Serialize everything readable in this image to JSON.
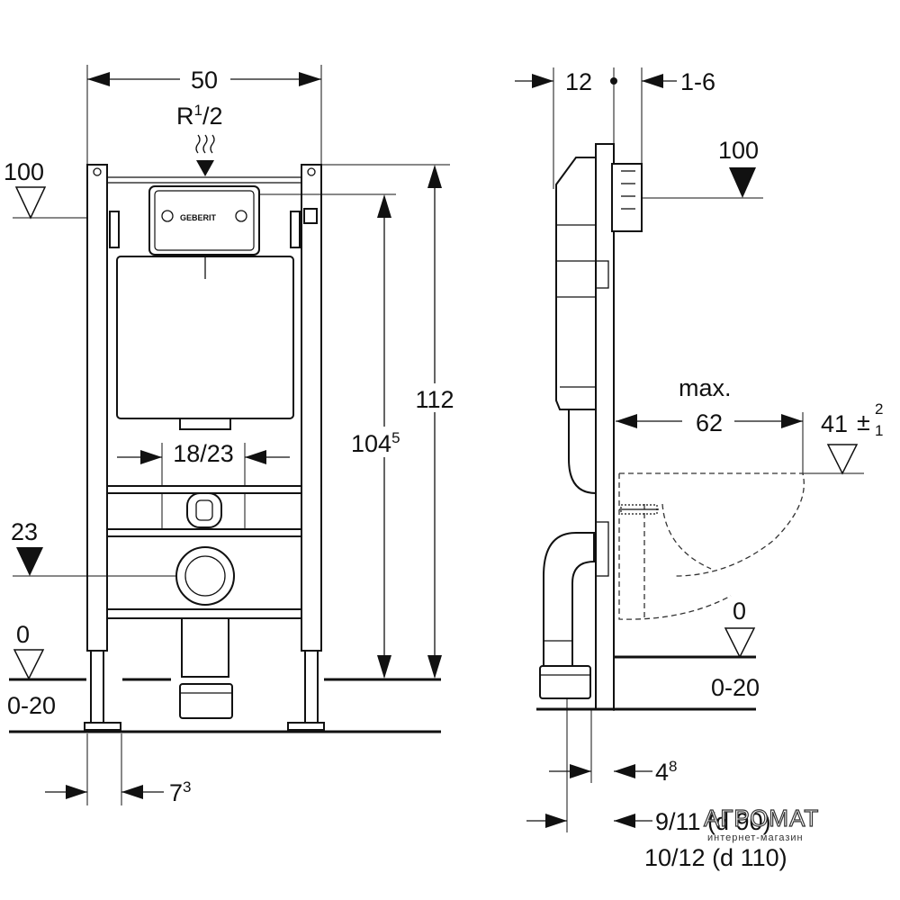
{
  "front_view": {
    "width_dim": "50",
    "connection_base": "R",
    "connection_sup": "1",
    "connection_rest": "/2",
    "level_100": "100",
    "level_23": "23",
    "level_0": "0",
    "range_0_20": "0-20",
    "spacing_18_23": "18/23",
    "height_104_base": "104",
    "height_104_sup": "5",
    "height_112": "112",
    "bottom_7_base": "7",
    "bottom_7_sup": "3"
  },
  "side_view": {
    "dim_12": "12",
    "dim_1_6": "1-6",
    "level_100": "100",
    "max_label": "max.",
    "dim_62": "62",
    "level_41": "41",
    "tol_plus": "2",
    "tol_minus": "1",
    "tol_sign": "±",
    "level_0": "0",
    "range_0_20": "0-20",
    "dim_4_base": "4",
    "dim_4_sup": "8",
    "pipe_90": "9/11 (d 90)",
    "pipe_110": "10/12 (d 110)"
  },
  "brand_plate": "GEBERIT",
  "watermark": {
    "title": "АГРОМАТ",
    "subtitle": "интернет-магазин"
  }
}
